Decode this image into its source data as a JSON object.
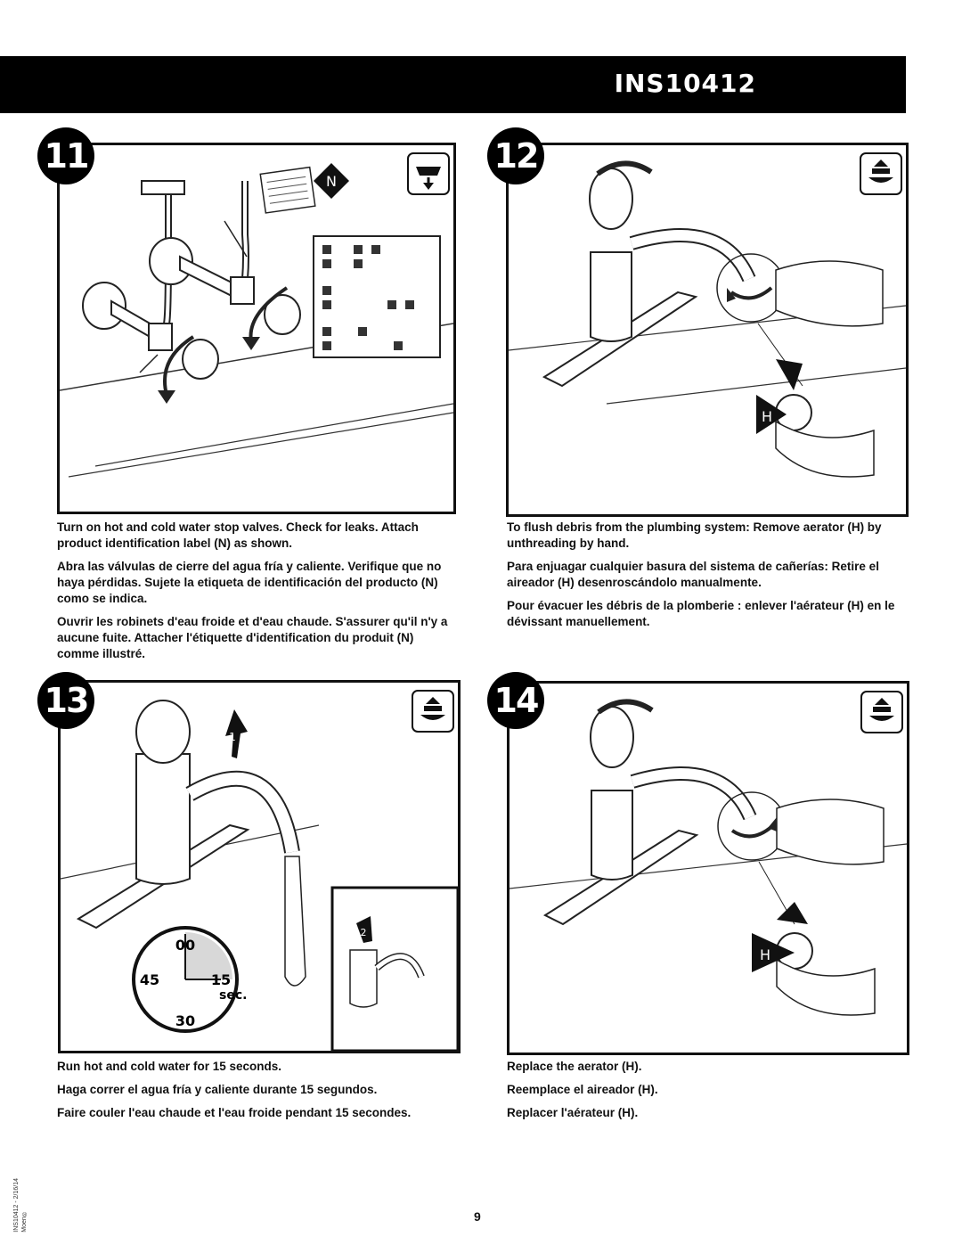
{
  "header": {
    "model": "INS10412"
  },
  "steps": [
    {
      "number": "11",
      "en": "Turn on hot and cold water stop valves. Check for leaks. Attach product identification label (N) as shown.",
      "es": "Abra las válvulas de cierre del agua fría y caliente. Verifique que no haya pérdidas. Sujete la etiqueta de identificación del producto (N) como se indica.",
      "fr": "Ouvrir les robinets d'eau froide et d'eau chaude. S'assurer qu'il n'y a aucune fuite. Attacher l'étiquette d'identification du produit (N) comme illustré.",
      "label_letter": "N"
    },
    {
      "number": "12",
      "en": "To flush debris from the plumbing system: Remove aerator (H) by unthreading by hand.",
      "es": "Para enjuagar cualquier basura del sistema de cañerías: Retire el aireador (H) desenroscándolo manualmente.",
      "fr": "Pour évacuer les débris de la plomberie : enlever l'aérateur (H) en le dévissant manuellement.",
      "label_letter": "H"
    },
    {
      "number": "13",
      "en": "Run hot and cold water for 15 seconds.",
      "es": "Haga correr el agua fría y caliente durante 15 segundos.",
      "fr": "Faire couler l'eau chaude et l'eau froide pendant 15 secondes.",
      "arrow1": "1",
      "arrow2": "2",
      "clock": {
        "top": "00",
        "left": "45",
        "right": "15",
        "bottom": "30",
        "unit": "sec."
      }
    },
    {
      "number": "14",
      "en": "Replace the aerator (H).",
      "es": "Reemplace el aireador (H).",
      "fr": "Replacer l'aérateur (H).",
      "label_letter": "H"
    }
  ],
  "footer": {
    "code": "INS10412 - 2/16/14",
    "brand": "Moen®",
    "page": "9"
  }
}
